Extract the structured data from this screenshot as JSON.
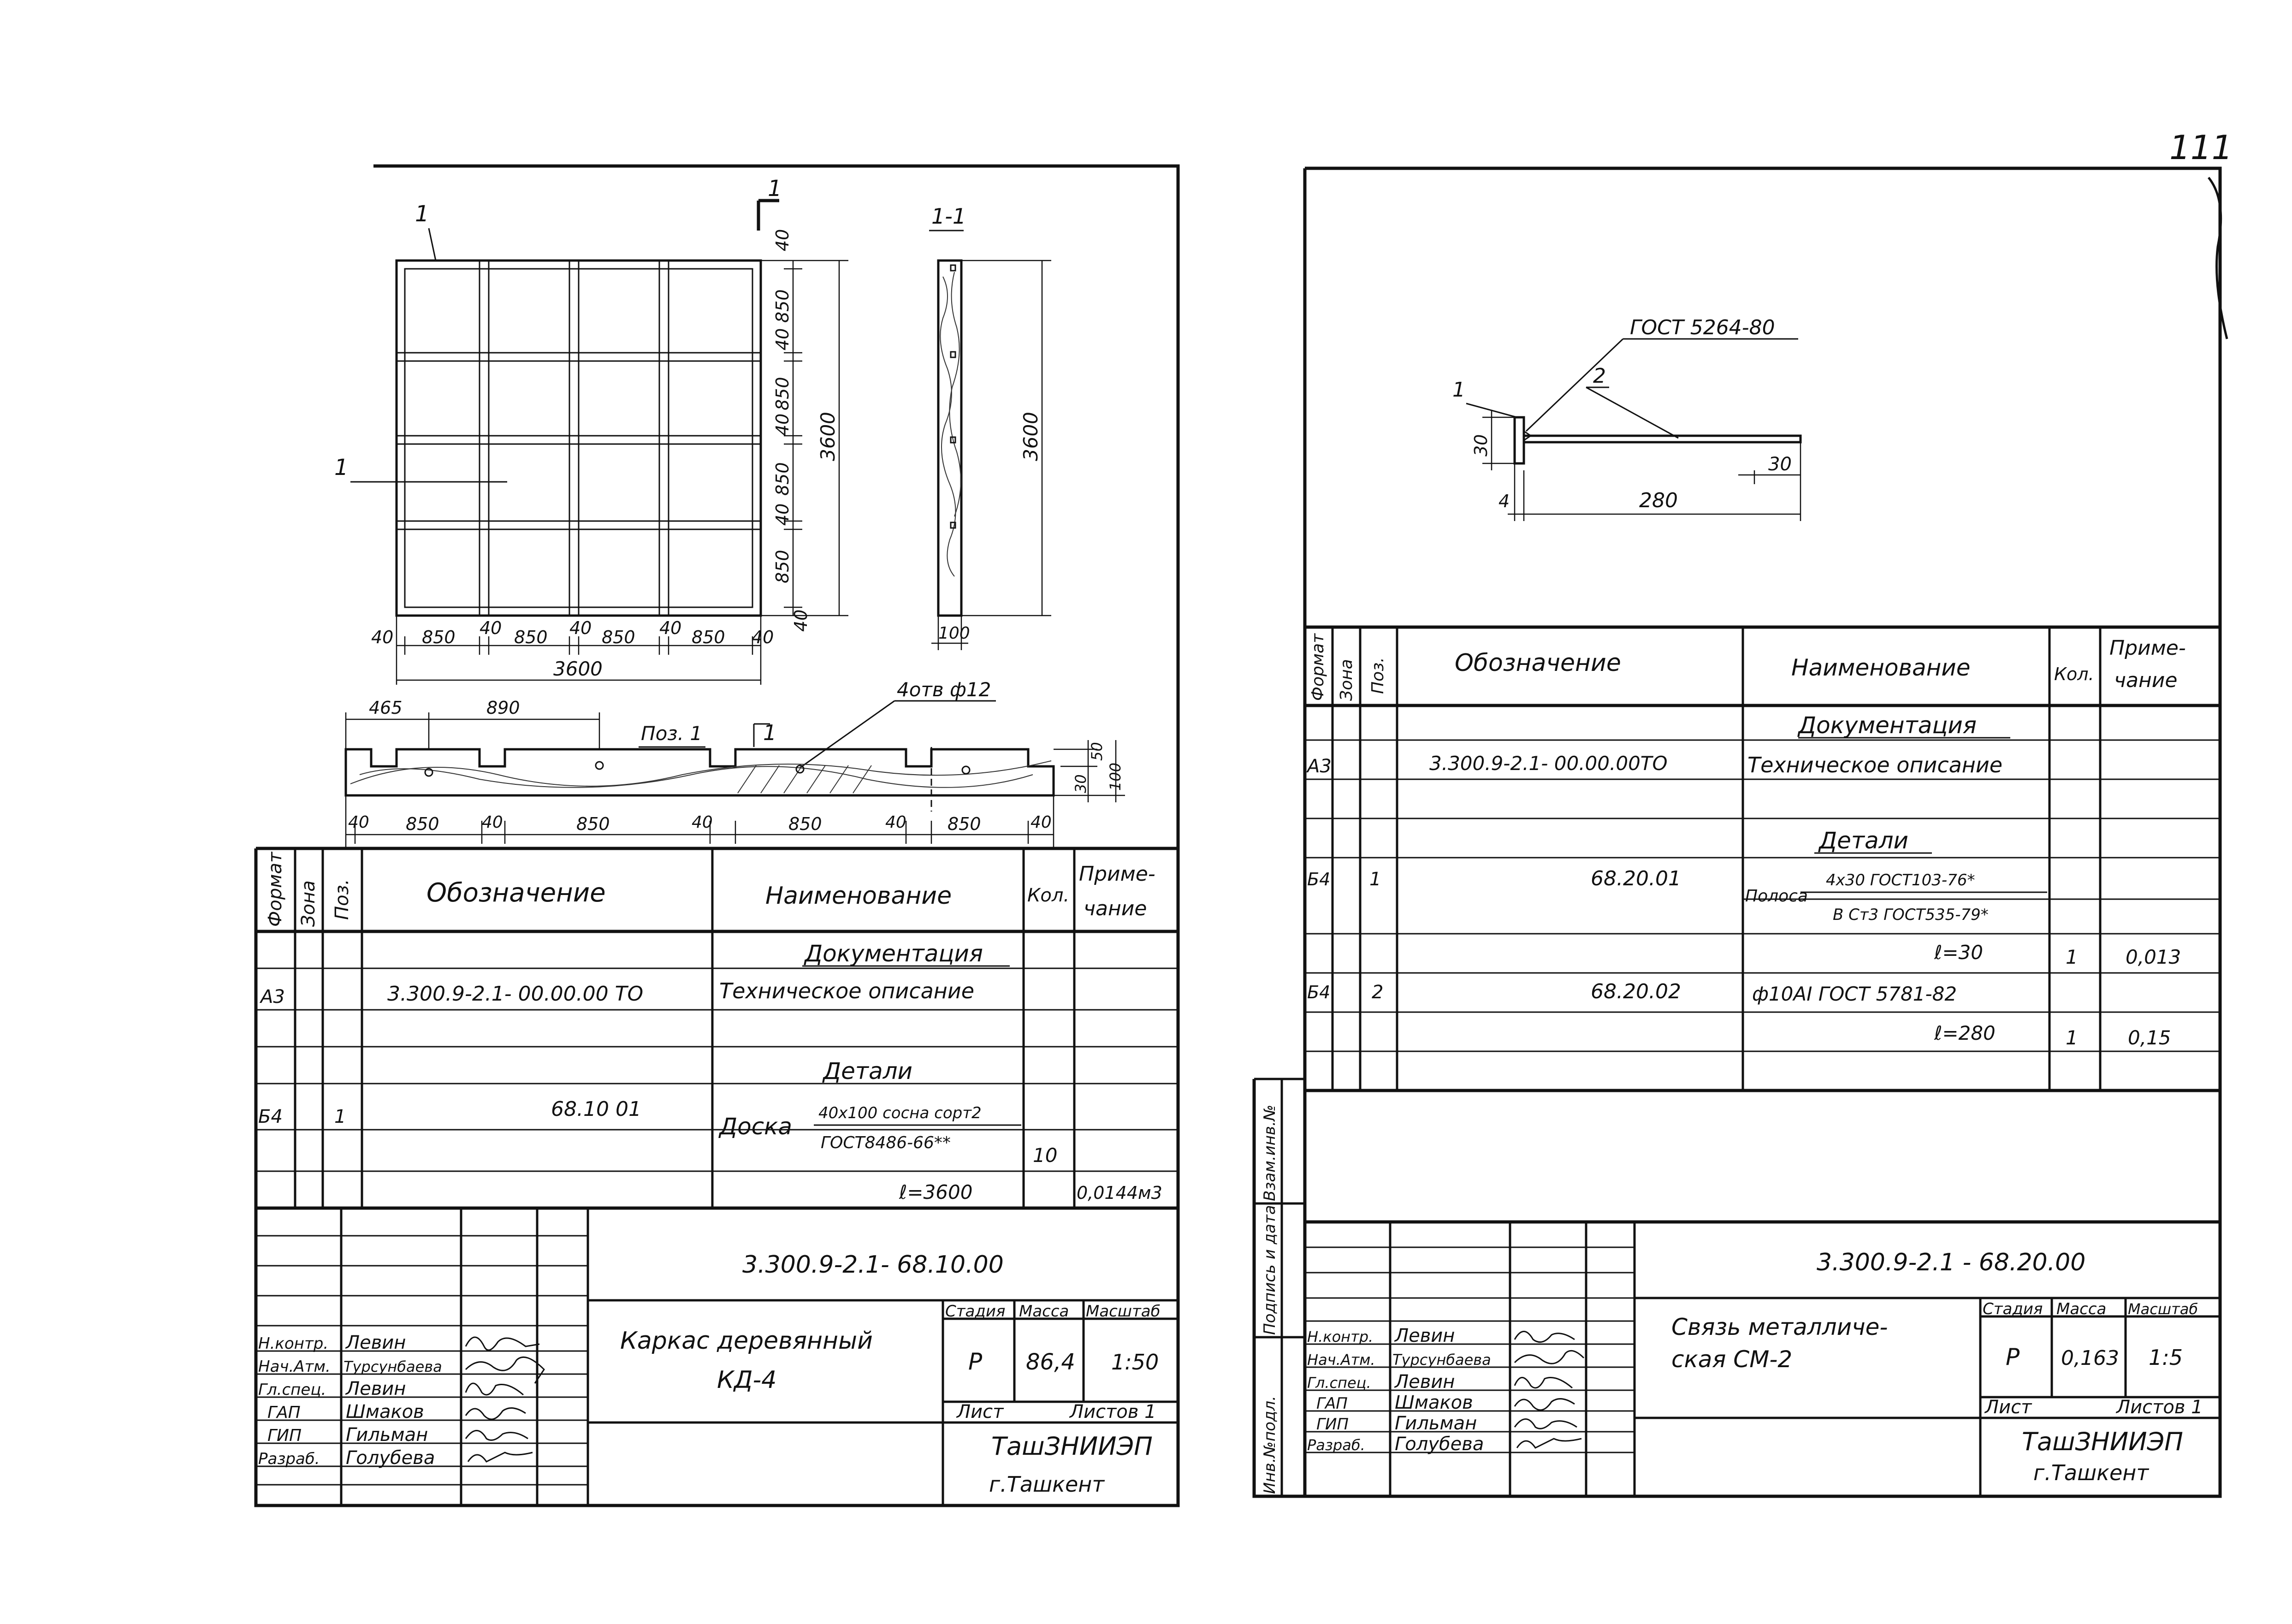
{
  "page_number": "111",
  "sheet_left": {
    "drawing": {
      "section_mark": "1",
      "section_title": "1-1",
      "leader_label": "1",
      "frame_dims_h": [
        "40",
        "850",
        "40",
        "850",
        "40",
        "850",
        "40",
        "850",
        "40"
      ],
      "frame_dims_v": [
        "40",
        "850",
        "40",
        "850",
        "40",
        "850",
        "40",
        "850",
        "40"
      ],
      "overall_width": "3600",
      "overall_height": "3600",
      "section_height": "3600",
      "section_width": "100",
      "board_label": "Поз. 1",
      "board_holes": "4отв ф12",
      "board_offset_1": "465",
      "board_offset_2": "890",
      "board_dims": [
        "40",
        "850",
        "40",
        "850",
        "40",
        "850",
        "40",
        "850",
        "40"
      ],
      "board_h_small": "30",
      "board_h_50": "50",
      "board_h_100": "100"
    },
    "spec": {
      "headers": {
        "format": "Формат",
        "zone": "Зона",
        "pos": "Поз.",
        "designation": "Обозначение",
        "name": "Наименование",
        "qty": "Кол.",
        "note_1": "Приме-",
        "note_2": "чание"
      },
      "section_docs": "Документация",
      "row_docs": {
        "format": "А3",
        "designation": "3.300.9-2.1- 00.00.00 ТО",
        "name": "Техническое описание"
      },
      "section_parts": "Детали",
      "row_part": {
        "format": "Б4",
        "pos": "1",
        "designation": "68.10 01",
        "name_main": "Доска",
        "name_top": "40х100 сосна сорт2",
        "name_bottom": "ГОСТ8486-66**",
        "qty": "10",
        "length": "ℓ=3600",
        "note": "0,0144м3"
      }
    },
    "title_block": {
      "code": "3.300.9-2.1- 68.10.00",
      "title_1": "Каркас деревянный",
      "title_2": "КД-4",
      "stage_label": "Стадия",
      "mass_label": "Масса",
      "scale_label": "Масштаб",
      "stage": "Р",
      "mass": "86,4",
      "scale": "1:50",
      "sheet_label": "Лист",
      "sheets_label": "Листов 1",
      "org": "ТашЗНИИЭП",
      "city": "г.Ташкент",
      "signers": [
        {
          "role": "Н.контр.",
          "name": "Левин"
        },
        {
          "role": "Нач.Атм.",
          "name": "Турсунбаева"
        },
        {
          "role": "Гл.спец.",
          "name": "Левин"
        },
        {
          "role": "ГАП",
          "name": "Шмаков"
        },
        {
          "role": "ГИП",
          "name": "Гильман"
        },
        {
          "role": "Разраб.",
          "name": "Голубева"
        }
      ]
    }
  },
  "sheet_right": {
    "drawing": {
      "gost_label": "ГОСТ 5264-80",
      "pos_1": "1",
      "pos_2": "2",
      "dim_height": "30",
      "dim_length": "280",
      "dim_end": "30",
      "dim_thick": "4"
    },
    "side_stamp": [
      "Инв.№подл.",
      "Подпись и дата",
      "Взам.инв.№"
    ],
    "spec": {
      "headers": {
        "format": "Формат",
        "zone": "Зона",
        "pos": "Поз.",
        "designation": "Обозначение",
        "name": "Наименование",
        "qty": "Кол.",
        "note_1": "Приме-",
        "note_2": "чание"
      },
      "section_docs": "Документация",
      "row_docs": {
        "format": "А3",
        "designation": "3.300.9-2.1- 00.00.00ТО",
        "name": "Техническое описание"
      },
      "section_parts": "Детали",
      "row_part1": {
        "format": "Б4",
        "pos": "1",
        "designation": "68.20.01",
        "name_main": "Полоса",
        "name_top": "4х30 ГОСТ103-76*",
        "name_bottom": "В Ст3 ГОСТ535-79*",
        "length": "ℓ=30",
        "qty": "1",
        "note": "0,013"
      },
      "row_part2": {
        "format": "Б4",
        "pos": "2",
        "designation": "68.20.02",
        "name": "ф10АI ГОСТ 5781-82",
        "length": "ℓ=280",
        "qty": "1",
        "note": "0,15"
      }
    },
    "title_block": {
      "code": "3.300.9-2.1 - 68.20.00",
      "title_1": "Связь металличе-",
      "title_2": "ская СМ-2",
      "stage_label": "Стадия",
      "mass_label": "Масса",
      "scale_label": "Масштаб",
      "stage": "Р",
      "mass": "0,163",
      "scale": "1:5",
      "sheet_label": "Лист",
      "sheets_label": "Листов 1",
      "org": "ТашЗНИИЭП",
      "city": "г.Ташкент",
      "signers": [
        {
          "role": "Н.контр.",
          "name": "Левин"
        },
        {
          "role": "Нач.Атм.",
          "name": "Турсунбаева"
        },
        {
          "role": "Гл.спец.",
          "name": "Левин"
        },
        {
          "role": "ГАП",
          "name": "Шмаков"
        },
        {
          "role": "ГИП",
          "name": "Гильман"
        },
        {
          "role": "Разраб.",
          "name": "Голубева"
        }
      ]
    }
  }
}
